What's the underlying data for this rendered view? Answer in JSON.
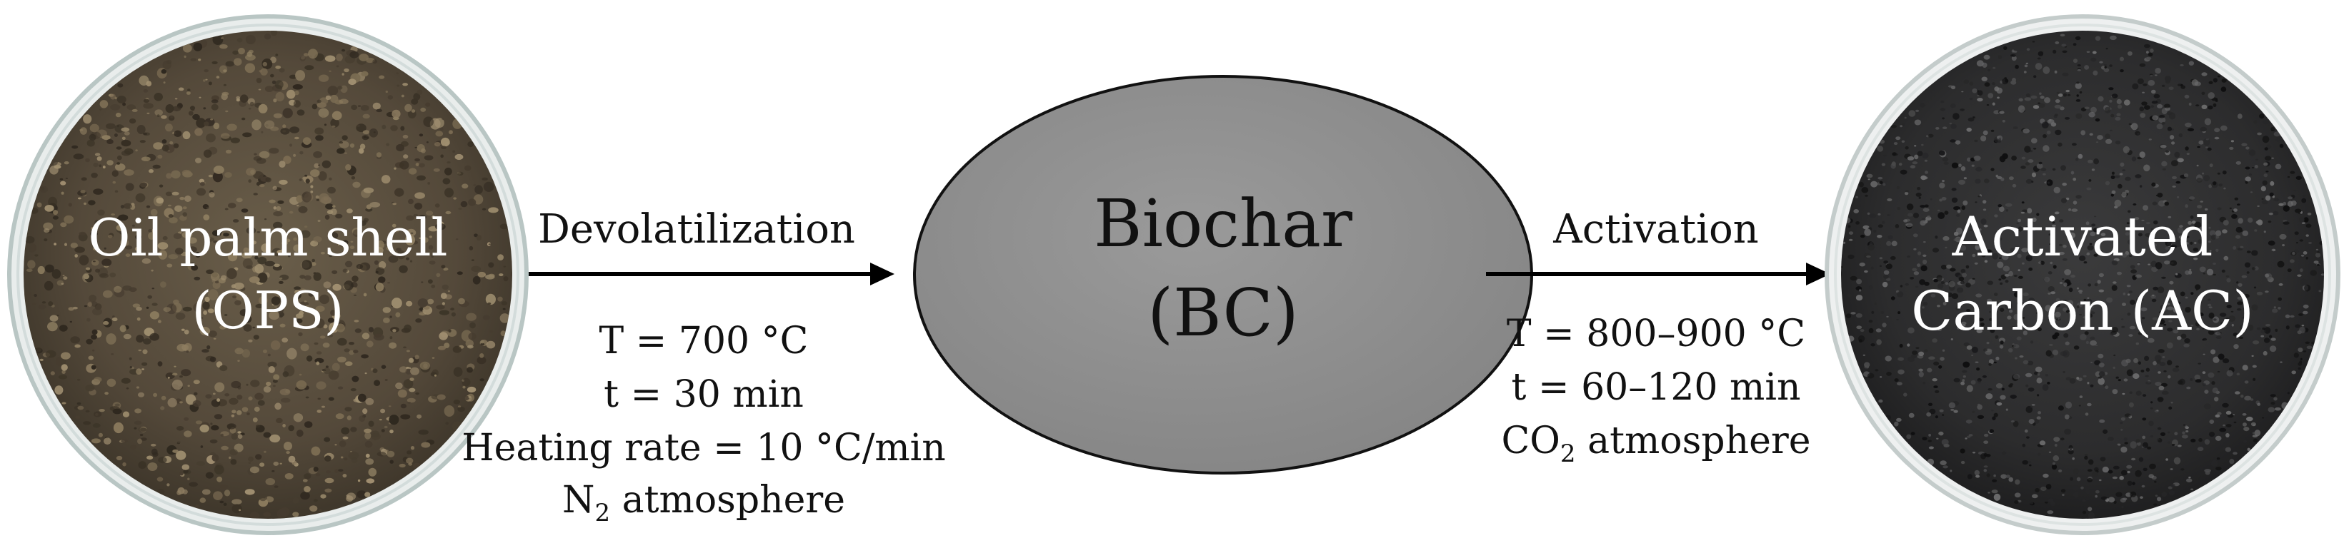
{
  "start": {
    "line1": "Oil palm shell",
    "line2": "(OPS)"
  },
  "middle": {
    "line1": "Biochar",
    "line2": "(BC)"
  },
  "end": {
    "line1": "Activated",
    "line2": "Carbon (AC)"
  },
  "step1": {
    "name": "Devolatilization",
    "temperature": "T = 700 °C",
    "time": "t = 30 min",
    "heating_rate": "Heating rate = 10 °C/min",
    "gas": "N",
    "gas_sub": "2",
    "gas_suffix": " atmosphere"
  },
  "step2": {
    "name": "Activation",
    "temperature": "T = 800–900 °C",
    "time": "t = 60–120 min",
    "gas": "CO",
    "gas_sub": "2",
    "gas_suffix": " atmosphere"
  },
  "colors": {
    "ops_base": "#5b5040",
    "ac_base": "#2f2f30",
    "biochar_fill": "#8e8e8e",
    "arrow": "#000000"
  }
}
